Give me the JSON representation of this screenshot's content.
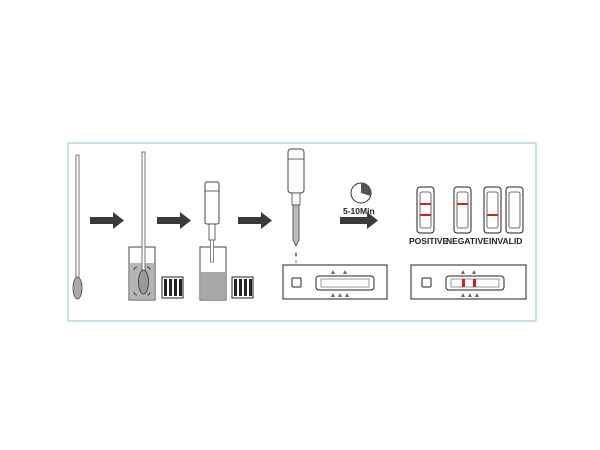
{
  "timer": {
    "label": "5-10Min"
  },
  "results": {
    "positive": "POSITIVE",
    "negative": "NEGATIVE",
    "invalid": "INVALID"
  },
  "colors": {
    "frame": "#8ec3d8",
    "ink": "#333333",
    "line": "#cc2222",
    "liquid": "#aaaaaa"
  }
}
